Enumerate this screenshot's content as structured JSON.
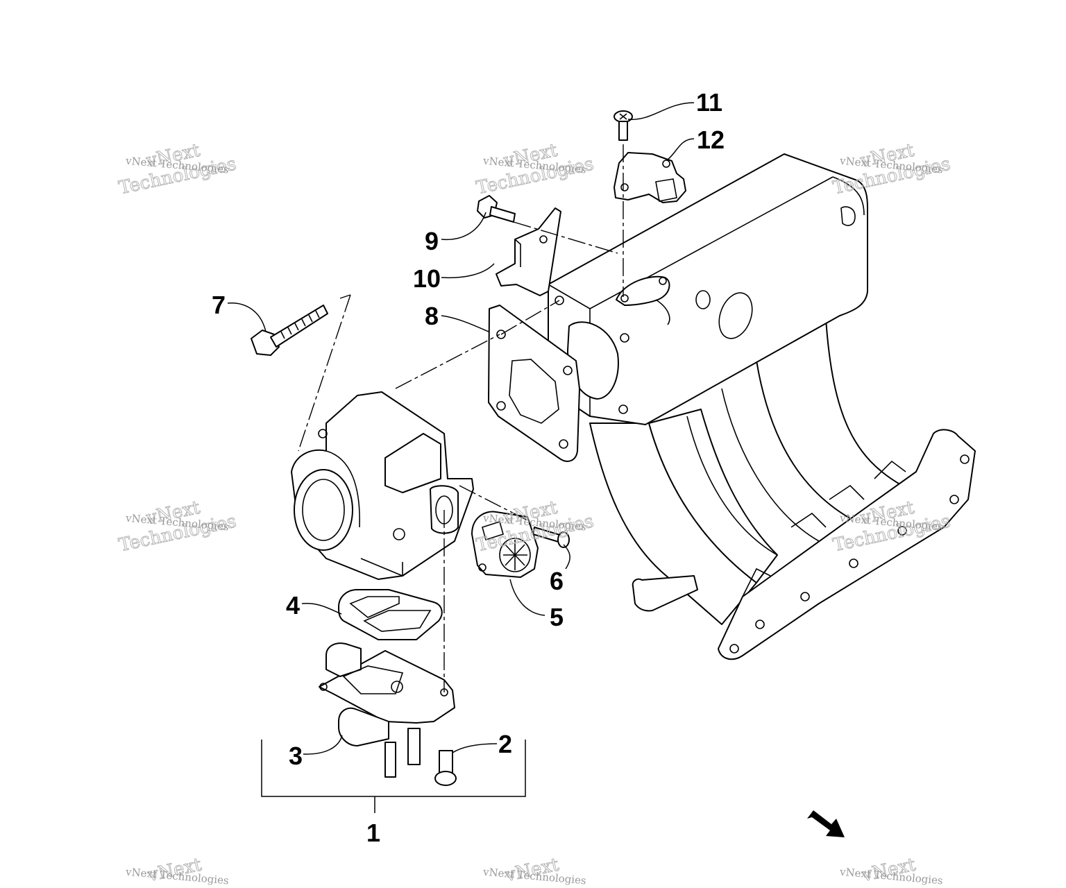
{
  "diagram": {
    "callouts": [
      {
        "id": "1",
        "label": "1"
      },
      {
        "id": "2",
        "label": "2"
      },
      {
        "id": "3",
        "label": "3"
      },
      {
        "id": "4",
        "label": "4"
      },
      {
        "id": "5",
        "label": "5"
      },
      {
        "id": "6",
        "label": "6"
      },
      {
        "id": "7",
        "label": "7"
      },
      {
        "id": "8",
        "label": "8"
      },
      {
        "id": "9",
        "label": "9"
      },
      {
        "id": "10",
        "label": "10"
      },
      {
        "id": "11",
        "label": "11"
      },
      {
        "id": "12",
        "label": "12"
      }
    ],
    "watermark": {
      "small": "vNext Technologies",
      "big_line1": "vNext",
      "big_line2": "Technologies"
    },
    "colors": {
      "ink": "#000000",
      "watermark": "#9a9a9a",
      "background": "#ffffff"
    },
    "icons": [
      "direction-arrow-icon"
    ]
  }
}
